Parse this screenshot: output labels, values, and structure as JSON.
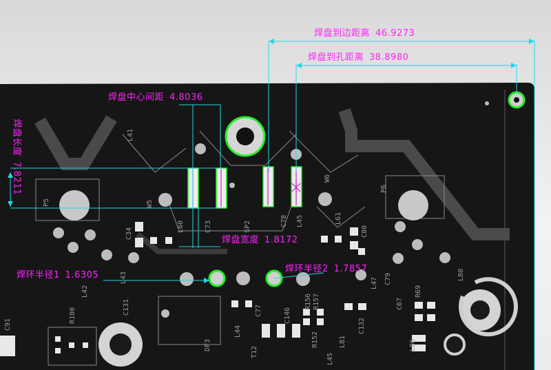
{
  "measurements": {
    "pad_to_edge": {
      "label": "焊盘到边距离",
      "value": "46.9273"
    },
    "pad_to_hole": {
      "label": "焊盘到孔距离",
      "value": "38.8980"
    },
    "pad_center_spacing": {
      "label": "焊盘中心间距",
      "value": "4.8036"
    },
    "pad_length": {
      "label": "焊盘长度",
      "value": "7.8211"
    },
    "pad_width": {
      "label": "焊盘宽度",
      "value": "1.8172"
    },
    "ring_radius_1": {
      "label": "焊环半径1",
      "value": "1.6305"
    },
    "ring_radius_2": {
      "label": "焊环半径2",
      "value": "1.7857"
    }
  },
  "silkscreen": [
    "L41",
    "P5",
    "W5",
    "L60",
    "C73",
    "SP2",
    "C78",
    "L45",
    "W6",
    "L61",
    "C80",
    "P6",
    "C34",
    "L42",
    "C131",
    "L43",
    "R100",
    "C91",
    "L44",
    "C77",
    "DF3",
    "C146",
    "R156",
    "R157",
    "R152",
    "L81",
    "C132",
    "L47",
    "C79",
    "L80",
    "C67",
    "R69",
    "L86",
    "T12",
    "L45"
  ],
  "colors": {
    "annotation": "#ff22ff",
    "dimension_line": "#22d6e6",
    "highlight": "#22ee22",
    "board": "#161616",
    "trace": "#4a4a4a"
  }
}
